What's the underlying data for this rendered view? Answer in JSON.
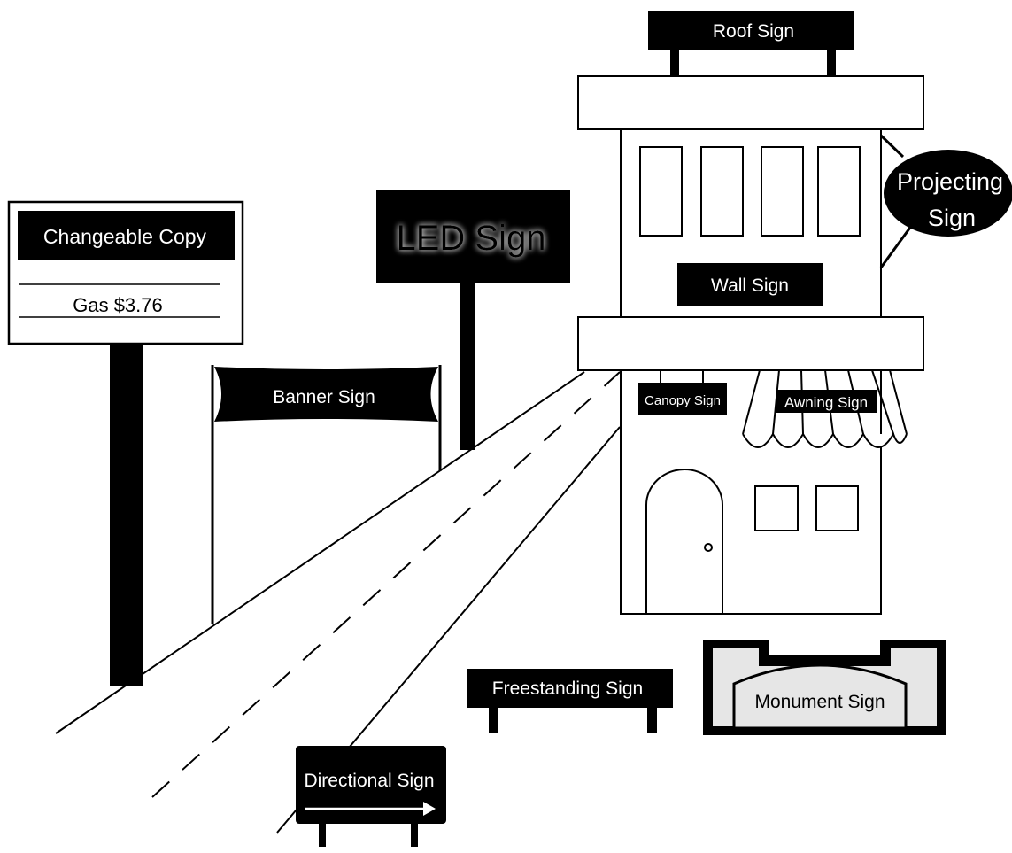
{
  "colors": {
    "ink": "#000000",
    "paper": "#ffffff",
    "monument_fill": "#e6e6e6",
    "led_glow": "#bdbdbd"
  },
  "labels": {
    "roof": "Roof Sign",
    "projecting_line1": "Projecting",
    "projecting_line2": "Sign",
    "changeable_copy": "Changeable Copy",
    "gas_price": "Gas $3.76",
    "led": "LED Sign",
    "wall": "Wall Sign",
    "banner": "Banner Sign",
    "canopy": "Canopy Sign",
    "awning": "Awning Sign",
    "freestanding": "Freestanding Sign",
    "monument": "Monument Sign",
    "directional": "Directional Sign"
  },
  "icons": {
    "directional_arrow": "right-arrow-icon"
  }
}
